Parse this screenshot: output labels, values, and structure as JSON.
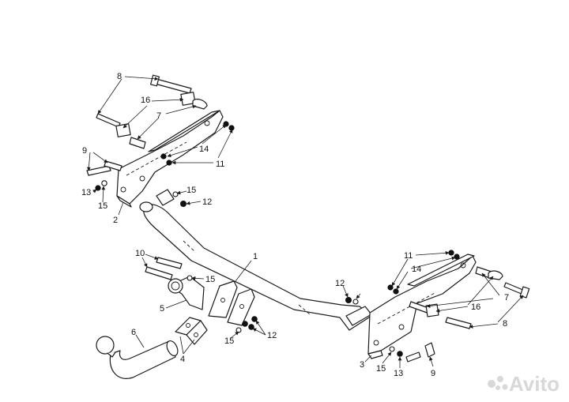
{
  "callouts": [
    {
      "id": "c1",
      "text": "1"
    },
    {
      "id": "c2",
      "text": "2"
    },
    {
      "id": "c3",
      "text": "3"
    },
    {
      "id": "c4",
      "text": "4"
    },
    {
      "id": "c5",
      "text": "5"
    },
    {
      "id": "c6",
      "text": "6"
    },
    {
      "id": "c7a",
      "text": "7"
    },
    {
      "id": "c7b",
      "text": "7"
    },
    {
      "id": "c8a",
      "text": "8"
    },
    {
      "id": "c8b",
      "text": "8"
    },
    {
      "id": "c9a",
      "text": "9"
    },
    {
      "id": "c9b",
      "text": "9"
    },
    {
      "id": "c10",
      "text": "10"
    },
    {
      "id": "c11a",
      "text": "11"
    },
    {
      "id": "c11b",
      "text": "11"
    },
    {
      "id": "c12a",
      "text": "12"
    },
    {
      "id": "c12b",
      "text": "12"
    },
    {
      "id": "c12c",
      "text": "12"
    },
    {
      "id": "c13a",
      "text": "13"
    },
    {
      "id": "c13b",
      "text": "13"
    },
    {
      "id": "c14a",
      "text": "14"
    },
    {
      "id": "c14b",
      "text": "14"
    },
    {
      "id": "c15a",
      "text": "15"
    },
    {
      "id": "c15b",
      "text": "15"
    },
    {
      "id": "c15c",
      "text": "15"
    },
    {
      "id": "c15d",
      "text": "15"
    },
    {
      "id": "c15e",
      "text": "15"
    },
    {
      "id": "c16a",
      "text": "16"
    },
    {
      "id": "c16b",
      "text": "16"
    }
  ],
  "watermark": {
    "text": "Avito"
  }
}
